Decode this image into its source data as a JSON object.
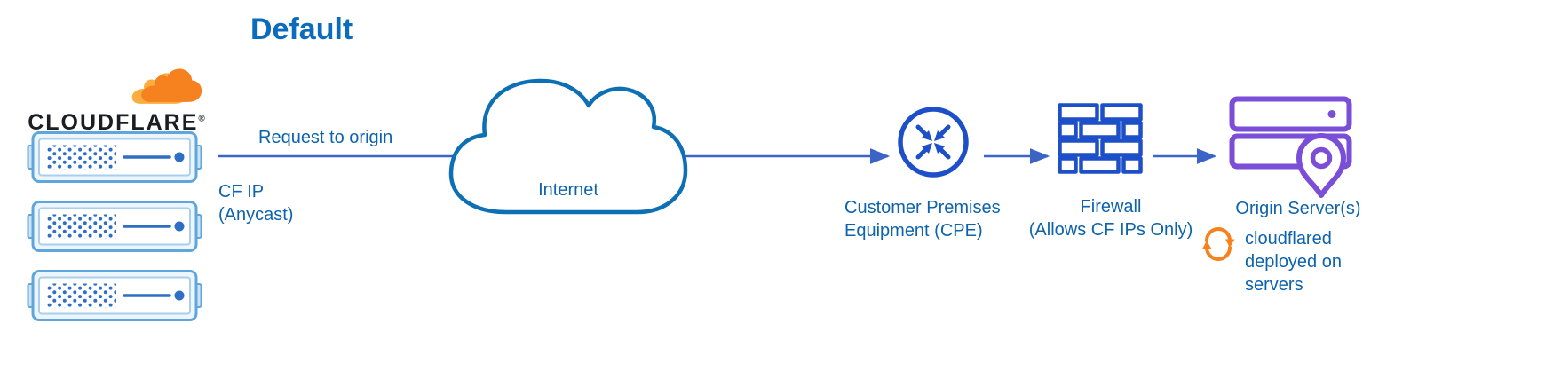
{
  "title": "Default",
  "cloudflare": {
    "logo_text": "CLOUDFLARE",
    "logo_reg": "®"
  },
  "edge_labels": {
    "request_to_origin": "Request to origin",
    "cf_ip": "CF IP\n(Anycast)"
  },
  "nodes": {
    "internet": {
      "label": "Internet"
    },
    "cpe": {
      "label": "Customer Premises\nEquipment (CPE)"
    },
    "firewall": {
      "label": "Firewall\n(Allows CF IPs Only)"
    },
    "origin_servers": {
      "label": "Origin Server(s)"
    },
    "cloudflared": {
      "label": "cloudflared\ndeployed on\nservers"
    }
  },
  "colors": {
    "title": "#0b6bbd",
    "text": "#0d63ac",
    "arrow": "#3c63c6",
    "icon_blue": "#1d4fc9",
    "cloud_stroke": "#0d6fb4",
    "server_border": "#5fa6dd",
    "server_detail": "#2e6ec4",
    "purple": "#7a4ed6",
    "orange": "#f6821f",
    "logo_text_color": "#1a1d21"
  }
}
